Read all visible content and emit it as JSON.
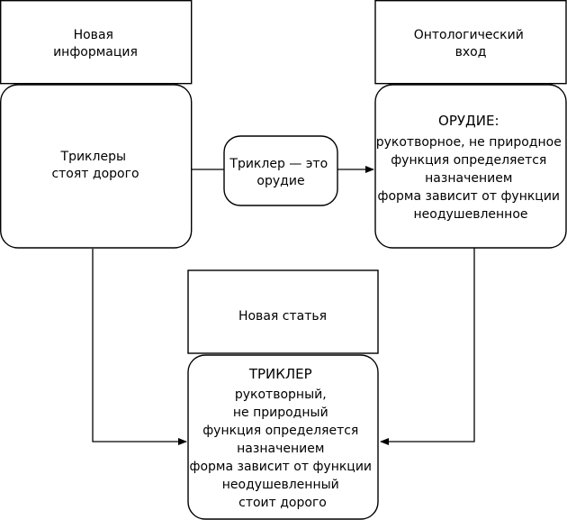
{
  "nodes": {
    "new_info_label": {
      "lines": [
        "Новая",
        "информация"
      ]
    },
    "triclers_expensive": {
      "lines": [
        "Триклеры",
        "стоят дорого"
      ]
    },
    "tricler_is_tool": {
      "lines": [
        "Триклер — это",
        "орудие"
      ]
    },
    "ontological_input_label": {
      "lines": [
        "Онтологический",
        "вход"
      ]
    },
    "tool_definition": {
      "title": "ОРУДИЕ:",
      "lines": [
        "рукотворное, не природное",
        "функция определяется",
        "назначением",
        "форма зависит от функции",
        "неодушевленное"
      ]
    },
    "new_article_label": {
      "lines": [
        "Новая статья"
      ]
    },
    "tricler_definition": {
      "title": "ТРИКЛЕР",
      "lines": [
        "рукотворный,",
        "не природный",
        "функция определяется",
        "назначением",
        "форма зависит от функции",
        "неодушевленный",
        "стоит дорого"
      ]
    }
  },
  "colors": {
    "stroke": "#000000",
    "fill": "#ffffff",
    "text": "#000000"
  }
}
